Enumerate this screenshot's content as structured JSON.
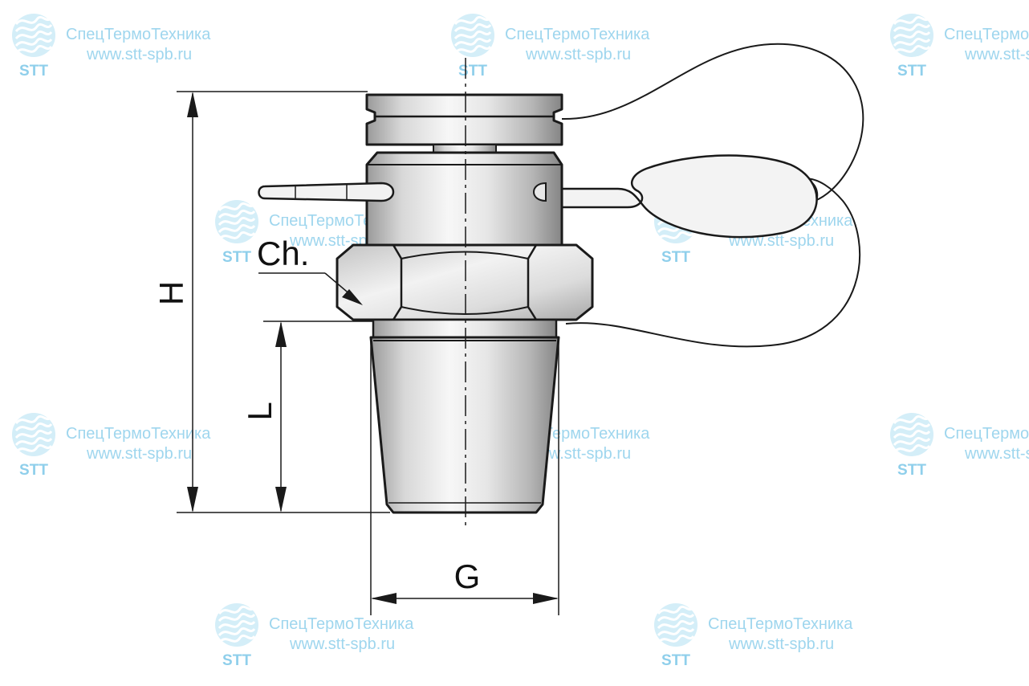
{
  "labels": {
    "height": "H",
    "length": "L",
    "thread": "G",
    "chamfer": "Ch."
  },
  "watermark": {
    "company": "СпецТермоТехника",
    "url": "www.stt-spb.ru",
    "logo_text": "STT",
    "logo_icon": "stt-wave-logo-icon"
  },
  "colors": {
    "watermark": "#9fd6ee",
    "line": "#1a1a1a",
    "metal_light": "#f4f4f4",
    "metal_dark": "#8a8a8a"
  }
}
